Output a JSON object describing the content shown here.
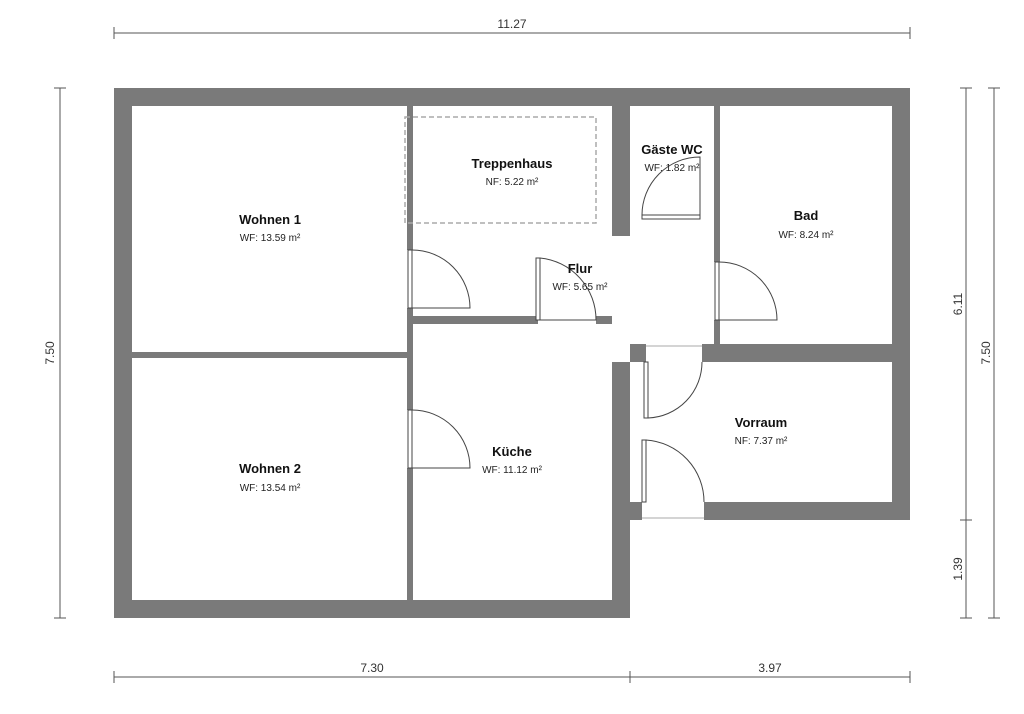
{
  "colors": {
    "wall": "#7a7a7a",
    "floor": "#ffffff",
    "dimension_line": "#555555",
    "text": "#111111"
  },
  "dimensions": {
    "top_total": "11.27",
    "left_total": "7.50",
    "right_upper": "6.11",
    "right_lower": "1.39",
    "right_total": "7.50",
    "bottom_left": "7.30",
    "bottom_right": "3.97"
  },
  "rooms": {
    "wohnen1": {
      "name": "Wohnen 1",
      "area": "WF: 13.59 m²"
    },
    "wohnen2": {
      "name": "Wohnen 2",
      "area": "WF: 13.54 m²"
    },
    "treppenhaus": {
      "name": "Treppenhaus",
      "area": "NF: 5.22 m²"
    },
    "gaeste_wc": {
      "name": "Gäste WC",
      "area": "WF: 1.82 m²"
    },
    "bad": {
      "name": "Bad",
      "area": "WF: 8.24 m²"
    },
    "flur": {
      "name": "Flur",
      "area": "WF: 5.65 m²"
    },
    "kueche": {
      "name": "Küche",
      "area": "WF: 11.12 m²"
    },
    "vorraum": {
      "name": "Vorraum",
      "area": "NF: 7.37 m²"
    }
  }
}
